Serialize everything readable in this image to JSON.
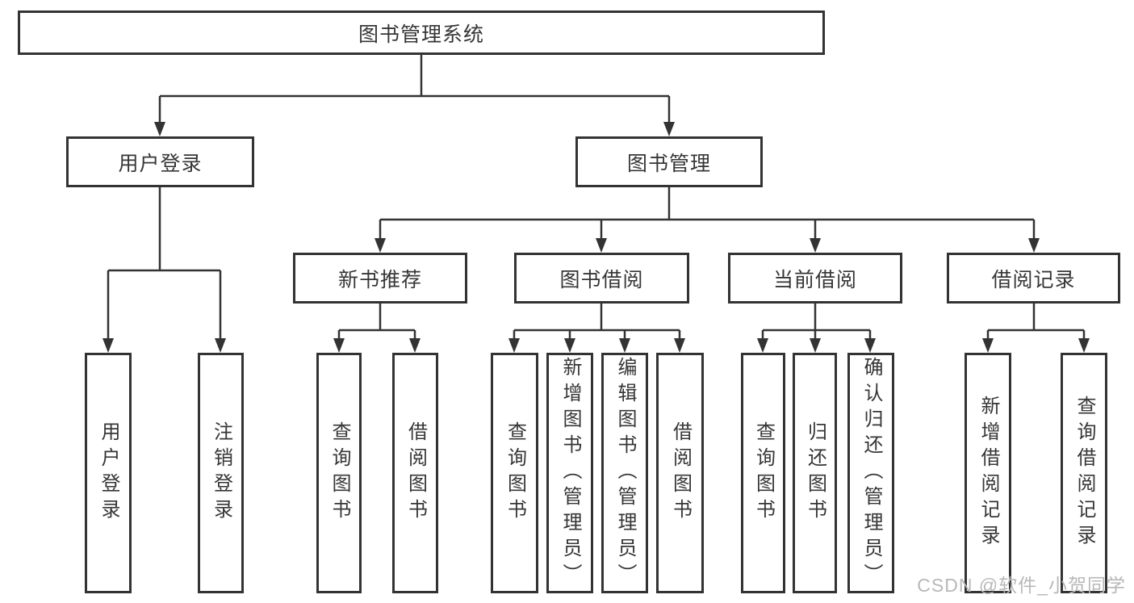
{
  "tree": {
    "root": {
      "label": "图书管理系统"
    },
    "branches": [
      {
        "label": "用户登录",
        "children": [
          {
            "label": "用户登录"
          },
          {
            "label": "注销登录"
          }
        ]
      },
      {
        "label": "图书管理",
        "children": [
          {
            "label": "新书推荐",
            "children": [
              {
                "label": "查询图书"
              },
              {
                "label": "借阅图书"
              }
            ]
          },
          {
            "label": "图书借阅",
            "children": [
              {
                "label": "查询图书"
              },
              {
                "label": "新增图书（管理员）"
              },
              {
                "label": "编辑图书（管理员）"
              },
              {
                "label": "借阅图书"
              }
            ]
          },
          {
            "label": "当前借阅",
            "children": [
              {
                "label": "查询图书"
              },
              {
                "label": "归还图书"
              },
              {
                "label": "确认归还（管理员）"
              }
            ]
          },
          {
            "label": "借阅记录",
            "children": [
              {
                "label": "新增借阅记录"
              },
              {
                "label": "查询借阅记录"
              }
            ]
          }
        ]
      }
    ]
  },
  "watermark": "CSDN @软件_小贺同学",
  "colors": {
    "line": "#333333",
    "text": "#363636",
    "watermark": "#b8b8b8",
    "background": "#ffffff"
  }
}
